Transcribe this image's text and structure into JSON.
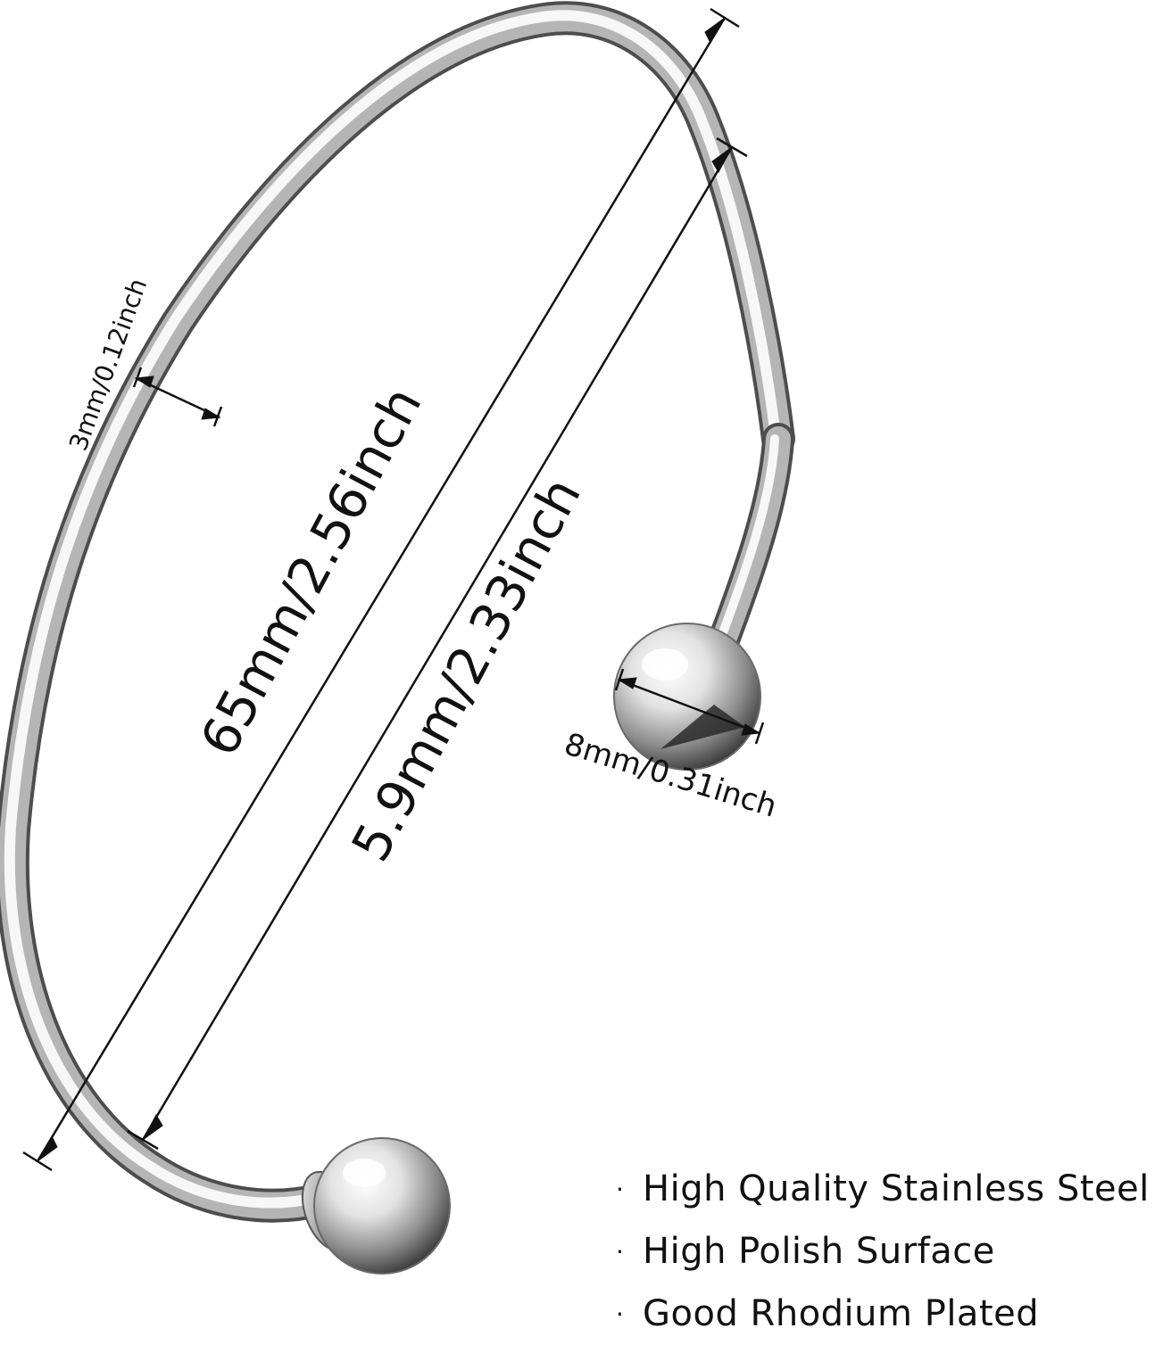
{
  "dimensions": {
    "tube_thickness": "3mm/0.12inch",
    "outer_length": "65mm/2.56inch",
    "inner_length": "5.9mm/2.33inch",
    "ball_diameter": "8mm/0.31inch"
  },
  "features": [
    {
      "bullet": "·",
      "text": "High Quality Stainless Steel"
    },
    {
      "bullet": "·",
      "text": "High Polish Surface"
    },
    {
      "bullet": "·",
      "text": "Good Rhodium Plated"
    }
  ],
  "colors": {
    "background": "#ffffff",
    "metal_light": "#f4f4f4",
    "metal_mid": "#b8b8b8",
    "metal_dark": "#555555",
    "line": "#111111"
  }
}
